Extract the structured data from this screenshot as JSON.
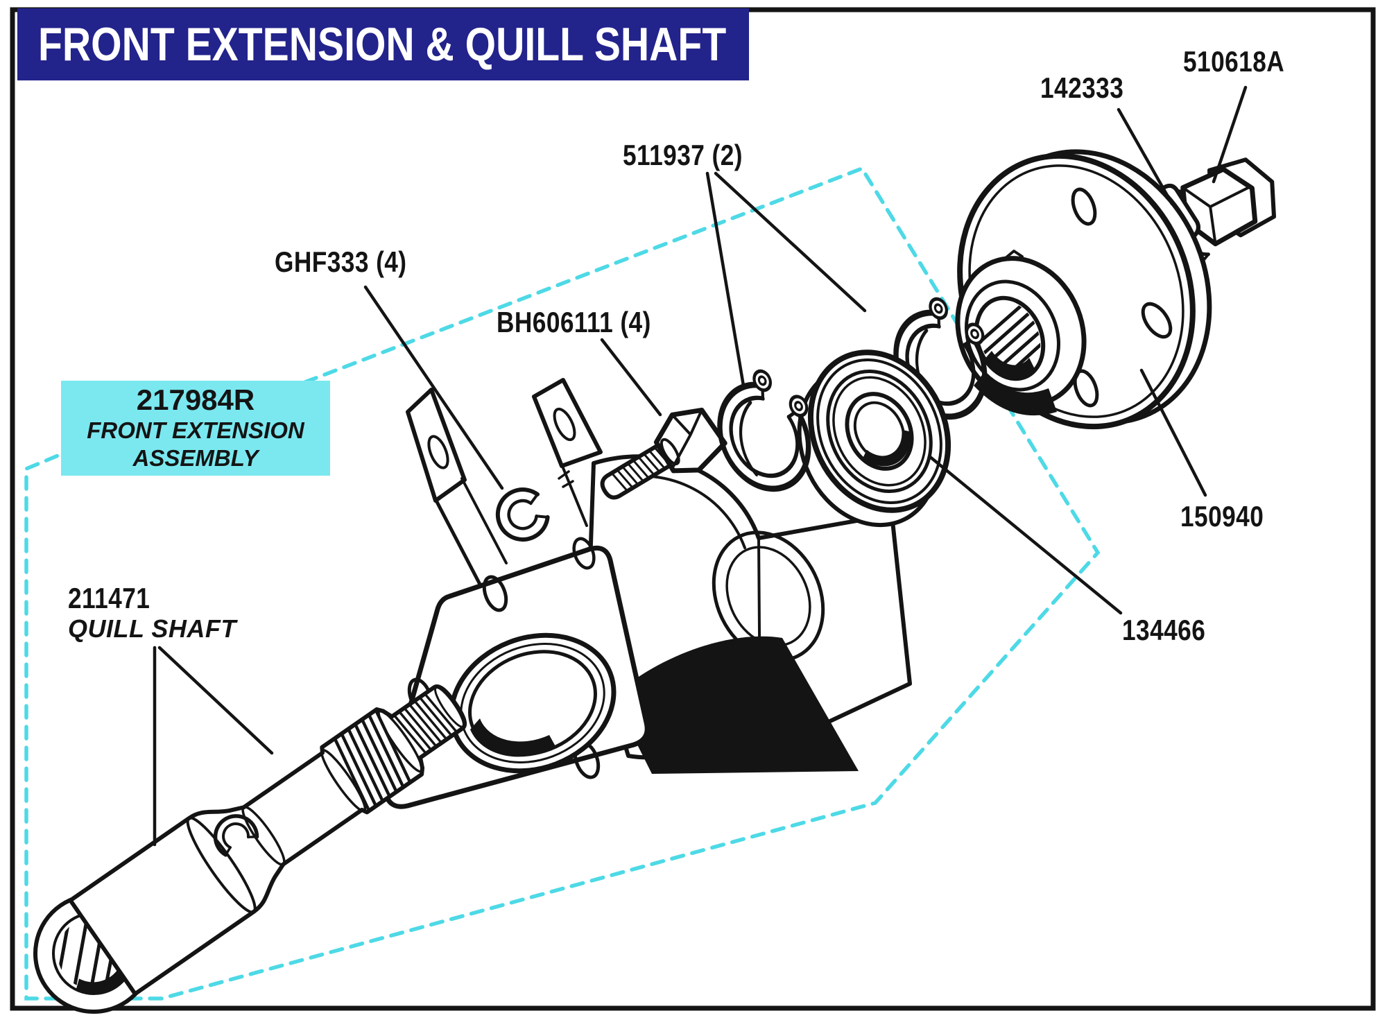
{
  "title_bar": {
    "text": "FRONT EXTENSION & QUILL SHAFT"
  },
  "assembly_box": {
    "part_number": "217984R",
    "name_line1": "FRONT EXTENSION",
    "name_line2": "ASSEMBLY"
  },
  "part_labels": {
    "circlips": "511937 (2)",
    "washers": "GHF333 (4)",
    "bolts": "BH606111 (4)",
    "thrust_washer": "142333",
    "nut": "510618A",
    "hub_flange": "150940",
    "bearing": "134466",
    "quill_shaft_number": "211471",
    "quill_shaft_name": "QUILL SHAFT"
  },
  "colors": {
    "title_bar_bg": "#23238c",
    "title_text": "#ffffff",
    "assembly_box_bg": "#7be8f0",
    "dashed_outline": "#4ed9e6",
    "ink": "#141414",
    "background": "#ffffff"
  }
}
